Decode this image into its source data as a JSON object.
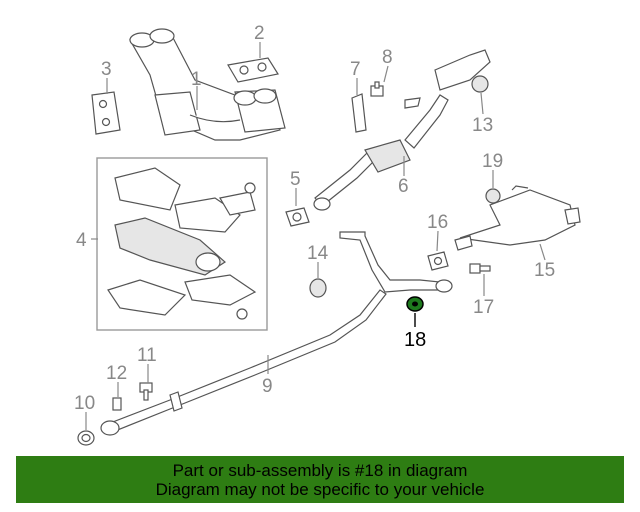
{
  "diagram": {
    "callouts": [
      "1",
      "2",
      "3",
      "4",
      "5",
      "6",
      "7",
      "8",
      "9",
      "10",
      "11",
      "12",
      "13",
      "14",
      "15",
      "16",
      "17",
      "18",
      "19"
    ],
    "highlighted_callout": "18"
  },
  "banner": {
    "line1": "Part or sub-assembly is #18 in diagram",
    "line2": "Diagram may not be specific to your vehicle",
    "background_color": "#2e7d13",
    "highlight_part_color": "#1e7a1e"
  }
}
